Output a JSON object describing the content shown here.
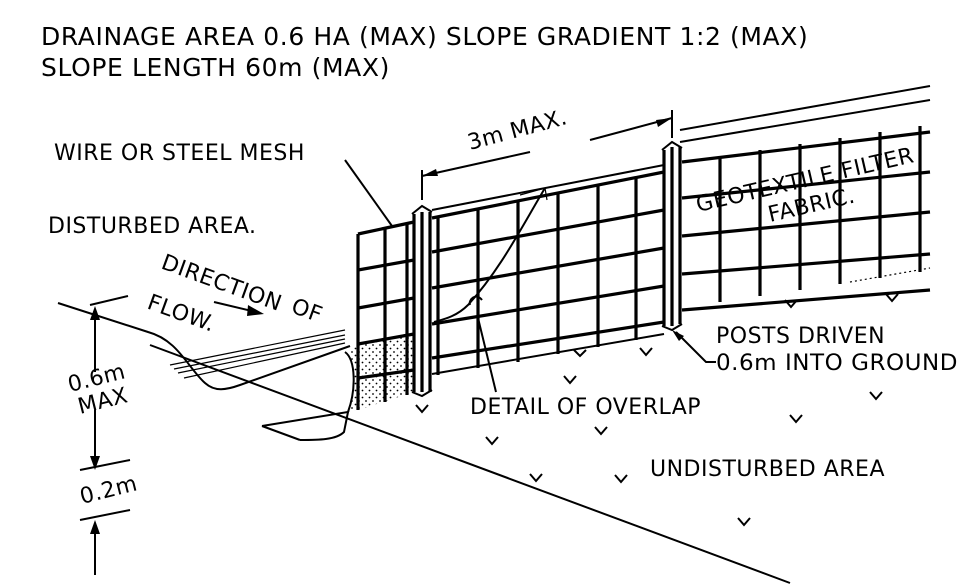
{
  "title": {
    "line1": "DRAINAGE AREA 0.6 HA (MAX) SLOPE GRADIENT 1:2 (MAX)",
    "line2": "SLOPE LENGTH 60m (MAX)"
  },
  "labels": {
    "wire_mesh": "WIRE OR STEEL MESH",
    "disturbed_area": "DISTURBED AREA.",
    "direction_line1": "DIRECTION",
    "direction_line2": "OF",
    "direction_line3": "FLOW.",
    "post_spacing": "3m MAX.",
    "geotextile_line1": "GEOTEXTILE FILTER",
    "geotextile_line2": "FABRIC.",
    "posts_line1": "POSTS DRIVEN",
    "posts_line2": "0.6m INTO GROUND",
    "overlap": "DETAIL OF OVERLAP",
    "undisturbed_area": "UNDISTURBED AREA",
    "height_line1": "0.6m",
    "height_line2": "MAX",
    "depth": "0.2m"
  }
}
